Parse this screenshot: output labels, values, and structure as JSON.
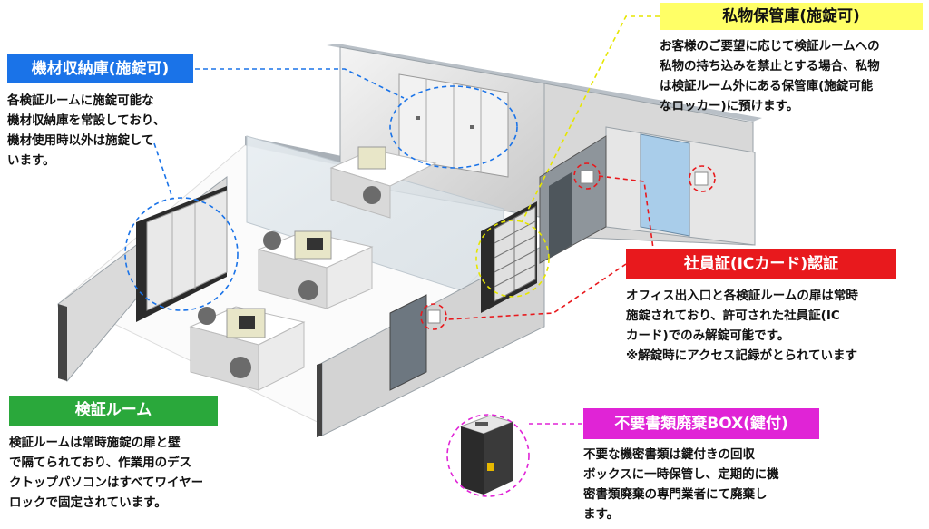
{
  "callouts": {
    "equipment": {
      "title": "機材収納庫(施錠可)",
      "text": "各検証ルームに施錠可能な\n機材収納庫を常設しており、\n機材使用時以外は施錠して\nいます。"
    },
    "private": {
      "title": "私物保管庫(施錠可)",
      "text": "お客様のご要望に応じて検証ルームへの\n私物の持ち込みを禁止とする場合、私物\nは検証ルーム外にある保管庫(施錠可能\nなロッカー)に預けます。"
    },
    "ic_card": {
      "title": "社員証(ICカード)認証",
      "text": "オフィス出入口と各検証ルームの扉は常時\n施錠されており、許可された社員証(IC\nカード)でのみ解錠可能です。\n※解錠時にアクセス記録がとられています"
    },
    "room": {
      "title": "検証ルーム",
      "text": "検証ルームは常時施錠の扉と壁\nで隔てられており、作業用のデス\nクトップパソコンはすべてワイヤー\nロックで固定されています。"
    },
    "box": {
      "title": "不要書類廃棄BOX(鍵付)",
      "text": "不要な機密書類は鍵付きの回収\nボックスに一時保管し、定期的に機\n密書類廃棄の専門業者にて廃棄し\nます。"
    }
  },
  "colors": {
    "equipment": "#1a73e8",
    "private": "#ffff66",
    "ic_card": "#e8191d",
    "room": "#2aa83b",
    "box": "#e024d6"
  }
}
